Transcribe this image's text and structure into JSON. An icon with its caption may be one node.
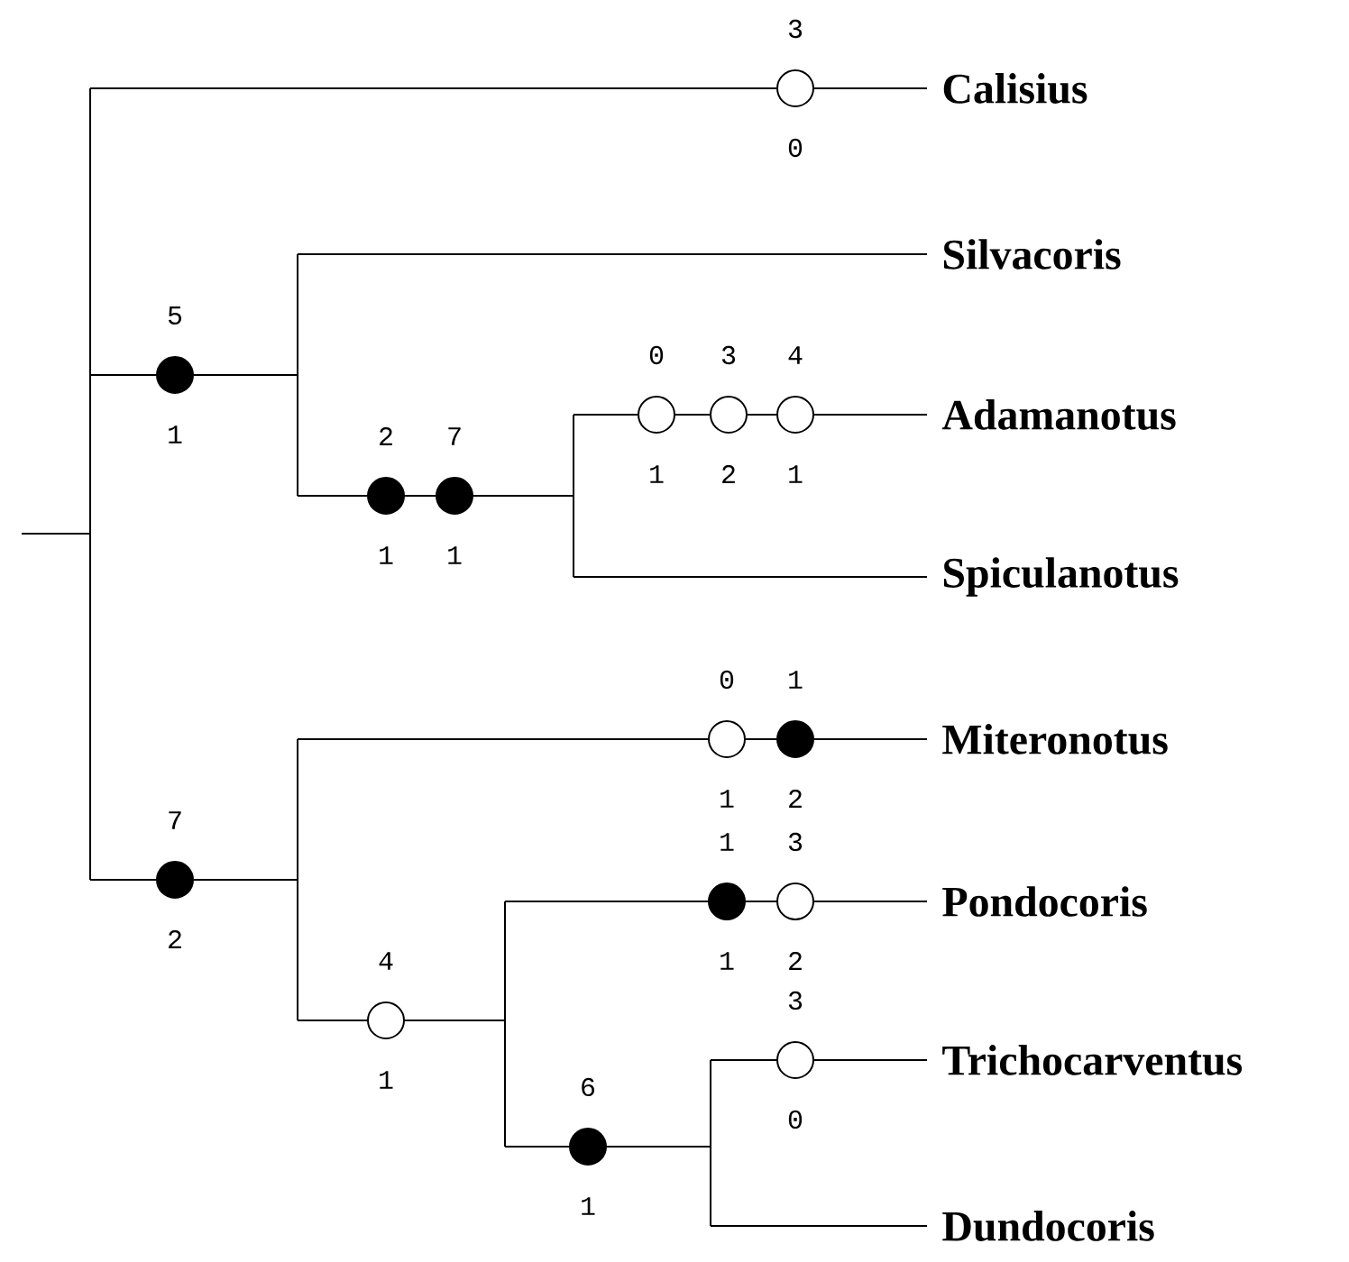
{
  "diagram": {
    "nodes": [
      {
        "text": [],
        "shape": "circle",
        "beside": [
          "3",
          "0"
        ]
      },
      {
        "text": [
          "Calisius"
        ]
      },
      {
        "text": [],
        "shape": "dot",
        "beside": [
          "5",
          "1"
        ]
      },
      {
        "text": [
          "Silvacoris"
        ]
      },
      {
        "text": [],
        "shape": "dot",
        "beside": [
          "2",
          "1"
        ]
      },
      {
        "text": [],
        "shape": "dot",
        "beside": [
          "7",
          "1"
        ]
      },
      {
        "text": [],
        "shape": "circle",
        "beside": [
          "0",
          "1"
        ]
      },
      {
        "text": [],
        "shape": "circle",
        "beside": [
          "3",
          "2"
        ]
      },
      {
        "text": [],
        "shape": "circle",
        "beside": [
          "4",
          "1"
        ]
      },
      {
        "text": [
          "Adamanotus"
        ]
      },
      {
        "text": [
          "Spiculanotus"
        ]
      },
      {
        "text": [],
        "shape": "circle",
        "beside": [
          "0",
          "1"
        ]
      },
      {
        "text": [],
        "shape": "dot",
        "beside": [
          "1",
          "2"
        ]
      },
      {
        "text": [
          "Miteronotus"
        ]
      },
      {
        "text": [],
        "shape": "dot",
        "beside": [
          "7",
          "2"
        ]
      },
      {
        "text": [],
        "shape": "dot",
        "beside": [
          "1",
          "1"
        ]
      },
      {
        "text": [],
        "shape": "circle",
        "beside": [
          "3",
          "2"
        ]
      },
      {
        "text": [
          "Pondocoris"
        ]
      },
      {
        "text": [],
        "shape": "circle",
        "beside": [
          "4",
          "1"
        ]
      },
      {
        "text": [],
        "shape": "circle",
        "beside": [
          "3",
          "0"
        ]
      },
      {
        "text": [
          "Trichocarventus"
        ]
      },
      {
        "text": [],
        "shape": "dot",
        "beside": [
          "6",
          "1"
        ]
      },
      {
        "text": [
          "Dundocoris"
        ]
      }
    ],
    "edges": [
      {
        "from": 0,
        "to": 1,
        "arrow": "none"
      },
      {
        "from": 4,
        "to": 5,
        "arrow": "none"
      },
      {
        "from": 6,
        "to": 7,
        "arrow": "none"
      },
      {
        "from": 7,
        "to": 8,
        "arrow": "none"
      },
      {
        "from": 8,
        "to": 9,
        "arrow": "none"
      },
      {
        "from": 11,
        "to": 12,
        "arrow": "none"
      },
      {
        "from": 12,
        "to": 13,
        "arrow": "none"
      },
      {
        "from": 15,
        "to": 16,
        "arrow": "none"
      },
      {
        "from": 16,
        "to": 17,
        "arrow": "none"
      },
      {
        "from": 19,
        "to": 20,
        "arrow": "none"
      }
    ]
  }
}
